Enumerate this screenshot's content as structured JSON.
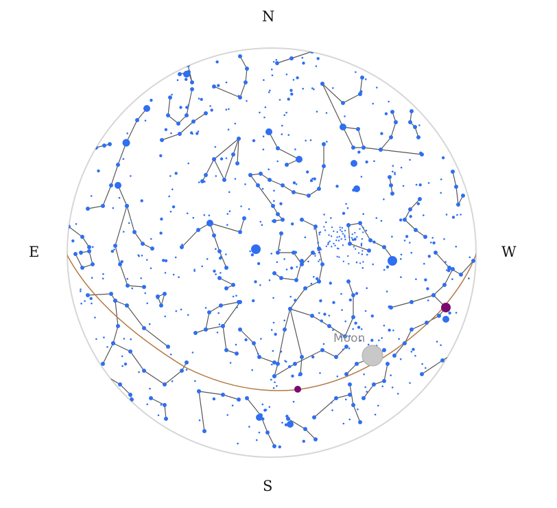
{
  "compass": {
    "north": "N",
    "south": "S",
    "east": "E",
    "west": "W"
  },
  "moon": {
    "label": "Moon",
    "color": "#c8c8c8"
  },
  "colors": {
    "star": "#2f6ff0",
    "constellation_line": "#555555",
    "ecliptic": "#b3773f",
    "planet": "#7a0a6e",
    "horizon": "#d6d6d6",
    "background": "#ffffff"
  },
  "planets": [
    {
      "name": "planet-southwest",
      "size": "large"
    },
    {
      "name": "planet-south",
      "size": "small"
    }
  ]
}
